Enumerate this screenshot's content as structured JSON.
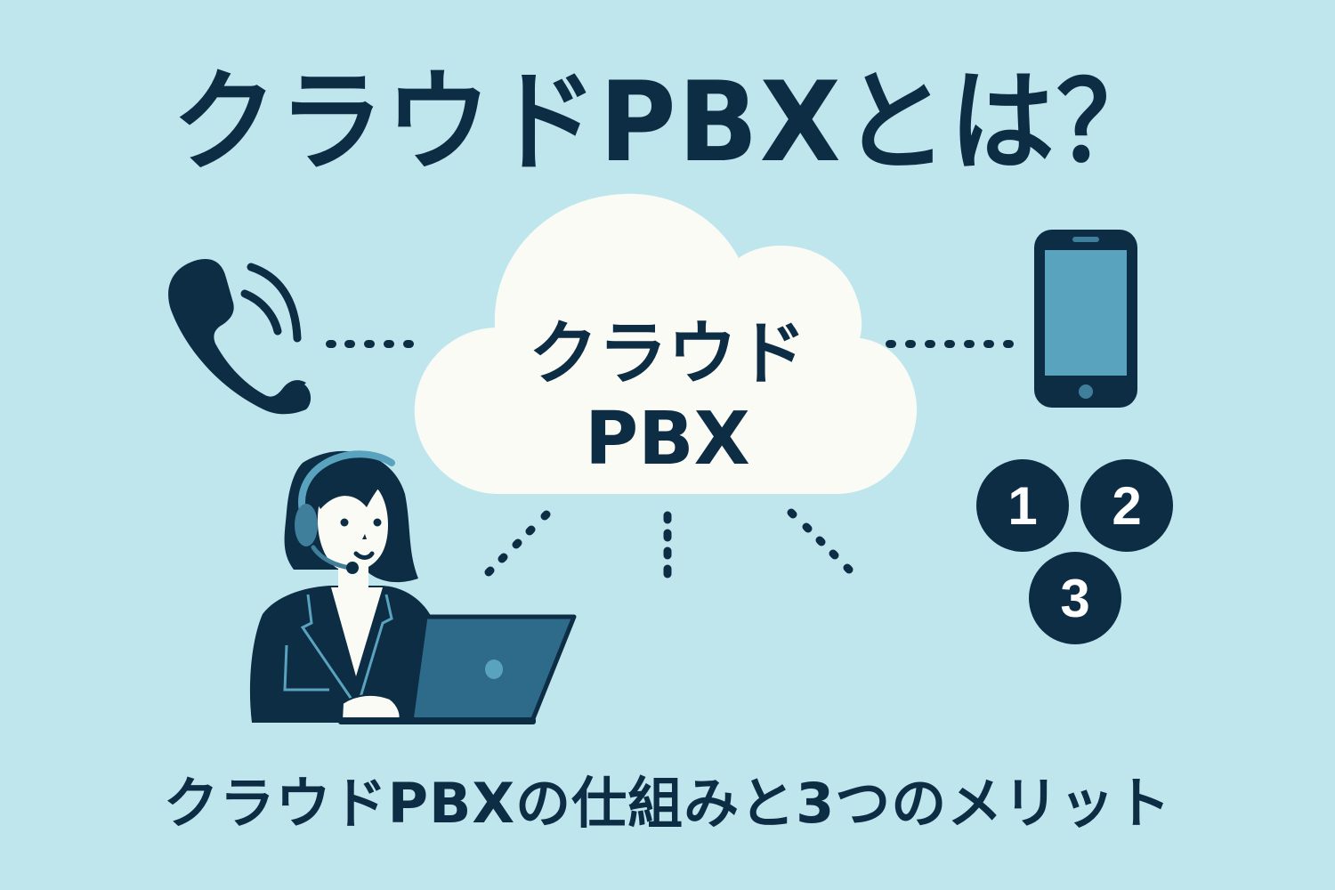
{
  "title": "クラウドPBXとは？",
  "subtitle": "クラウドPBXの仕組みと3つのメリット",
  "cloud": {
    "line1": "クラウド",
    "line2": "PBX",
    "icon": "cloud-icon"
  },
  "icons": {
    "phone": "phone-handset-ringing-icon",
    "smartphone": "smartphone-icon",
    "operator": "headset-operator-with-laptop-icon"
  },
  "merits": {
    "items": [
      {
        "label": "1"
      },
      {
        "label": "2"
      },
      {
        "label": "3"
      }
    ]
  },
  "colors": {
    "background": "#c0e6ed",
    "navy": "#0d2d45",
    "accent_blue": "#5aa3bf",
    "laptop_blue": "#2e6a8a",
    "cloud_white": "#fbfbf6"
  }
}
